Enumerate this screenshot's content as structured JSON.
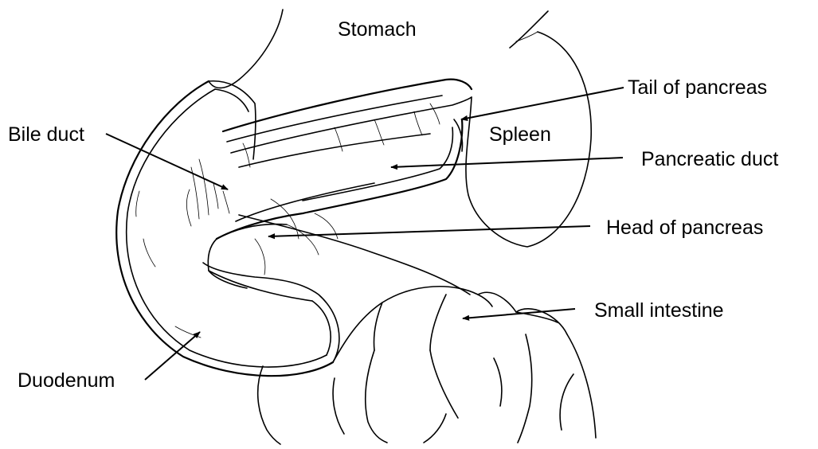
{
  "labels": {
    "stomach": "Stomach",
    "tail_of_pancreas": "Tail of pancreas",
    "bile_duct": "Bile duct",
    "spleen": "Spleen",
    "pancreatic_duct": "Pancreatic duct",
    "head_of_pancreas": "Head of pancreas",
    "small_intestine": "Small intestine",
    "duodenum": "Duodenum"
  }
}
